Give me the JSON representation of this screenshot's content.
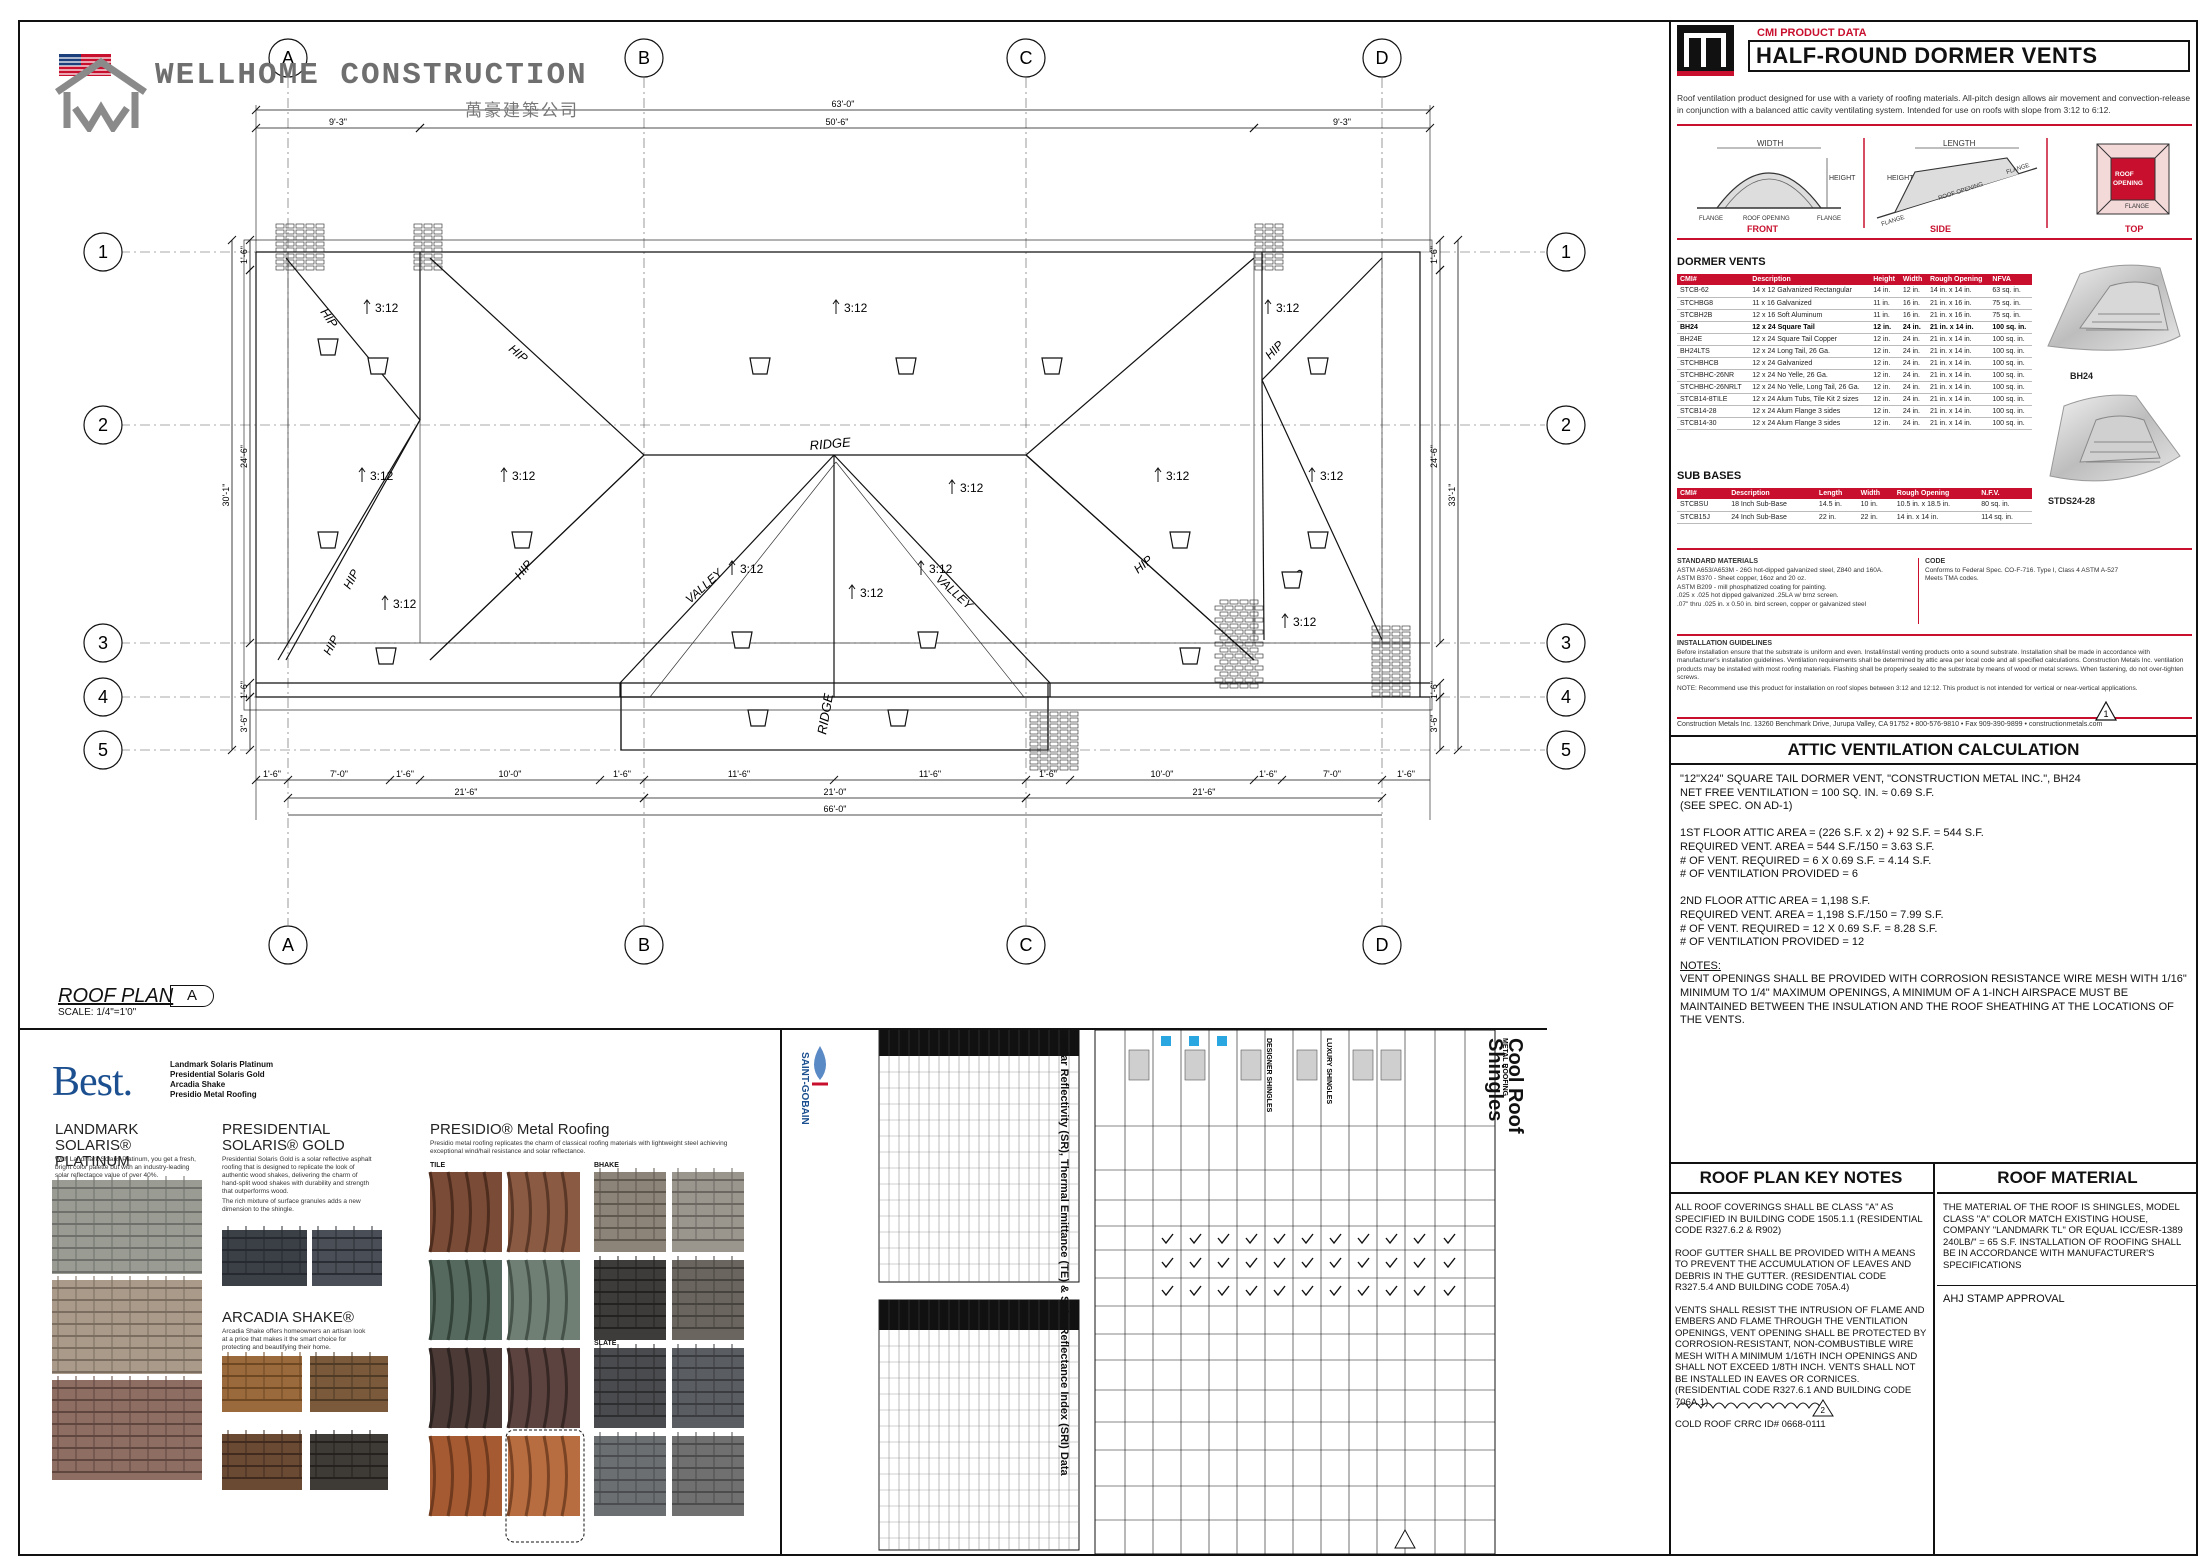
{
  "company": {
    "name": "WELLHOME CONSTRUCTION",
    "name_cn": "萬豪建築公司"
  },
  "plan": {
    "title": "ROOF PLAN",
    "tag": "A",
    "scale": "SCALE:  1/4\"=1'0\"",
    "grid_cols": [
      "A",
      "B",
      "C",
      "D"
    ],
    "grid_rows": [
      "1",
      "2",
      "3",
      "4",
      "5"
    ],
    "labels": {
      "ridge": "RIDGE",
      "hip": "HIP",
      "valley": "VALLEY",
      "slope": "3:12"
    },
    "top_dims": [
      "63'-0\"",
      "9'-3\"",
      "50'-6\"",
      "9'-3\""
    ],
    "left_dims": [
      "1'-6\"",
      "24'-6\"",
      "30'-1\"",
      "1'-6\"",
      "3'-6\""
    ],
    "right_dims": [
      "1'-6\"",
      "24'-6\"",
      "33'-1\"",
      "1'-6\"",
      "3'-6\""
    ],
    "bottom_dims_row1": [
      "1'-6\"",
      "7'-0\"",
      "1'-6\"",
      "10'-0\"",
      "1'-6\"",
      "11'-6\"",
      "11'-6\"",
      "1'-6\"",
      "10'-0\"",
      "1'-6\"",
      "7'-0\"",
      "1'-6\""
    ],
    "bottom_dims_row2": [
      "21'-6\"",
      "21'-0\"",
      "21'-6\""
    ],
    "bottom_dims_row3": [
      "66'-0\""
    ]
  },
  "cmi": {
    "kicker": "CMI PRODUCT DATA",
    "title": "HALF-ROUND DORMER VENTS",
    "intro": "Roof ventilation product designed for use with a variety of roofing materials. All-pitch design allows air movement and convection-release in conjunction with a balanced attic cavity ventilating system. Intended for use on roofs with slope from 3:12 to 6:12.",
    "diagram_labels": {
      "front": "FRONT",
      "side": "SIDE",
      "top": "TOP",
      "width": "WIDTH",
      "height": "HEIGHT",
      "length": "LENGTH",
      "flange": "FLANGE",
      "roof_opening": "ROOF OPENING",
      "roof_opening_box": "ROOF OPENING"
    },
    "dormer_heading": "DORMER VENTS",
    "dormer_headers": [
      "CMI#",
      "Description",
      "Height",
      "Width",
      "Rough Opening",
      "NFVA"
    ],
    "dormer_rows": [
      [
        "STCB-62",
        "14 x 12 Galvanized Rectangular",
        "14 in.",
        "12 in.",
        "14 in. x 14 in.",
        "63 sq. in."
      ],
      [
        "STCHBG8",
        "11 x 16 Galvanized",
        "11 in.",
        "16 in.",
        "21 in. x 16 in.",
        "75 sq. in."
      ],
      [
        "STCBH2B",
        "12 x 16 Soft Aluminum",
        "11 in.",
        "16 in.",
        "21 in. x 16 in.",
        "75 sq. in."
      ],
      [
        "BH24",
        "12 x 24 Square Tail",
        "12 in.",
        "24 in.",
        "21 in. x 14 in.",
        "100 sq. in."
      ],
      [
        "BH24E",
        "12 x 24 Square Tail Copper",
        "12 in.",
        "24 in.",
        "21 in. x 14 in.",
        "100 sq. in."
      ],
      [
        "BH24LTS",
        "12 x 24 Long Tail, 26 Ga.",
        "12 in.",
        "24 in.",
        "21 in. x 14 in.",
        "100 sq. in."
      ],
      [
        "STCHBHCB",
        "12 x 24 Galvanized",
        "12 in.",
        "24 in.",
        "21 in. x 14 in.",
        "100 sq. in."
      ],
      [
        "STCHBHC-26NR",
        "12 x 24 No Yelle, 26 Ga.",
        "12 in.",
        "24 in.",
        "21 in. x 14 in.",
        "100 sq. in."
      ],
      [
        "STCHBHC-26NRLT",
        "12 x 24 No Yelle, Long Tail, 26 Ga.",
        "12 in.",
        "24 in.",
        "21 in. x 14 in.",
        "100 sq. in."
      ],
      [
        "STCB14-8TILE",
        "12 x 24 Alum Tubs, Tile Kit 2 sizes",
        "12 in.",
        "24 in.",
        "21 in. x 14 in.",
        "100 sq. in."
      ],
      [
        "STCB14-28",
        "12 x 24 Alum Flange 3 sides",
        "12 in.",
        "24 in.",
        "21 in. x 14 in.",
        "100 sq. in."
      ],
      [
        "STCB14-30",
        "12 x 24 Alum Flange 3 sides",
        "12 in.",
        "24 in.",
        "21 in. x 14 in.",
        "100 sq. in."
      ]
    ],
    "sub_heading": "SUB BASES",
    "sub_headers": [
      "CMI#",
      "Description",
      "Length",
      "Width",
      "Rough Opening",
      "N.F.V."
    ],
    "sub_rows": [
      [
        "STCBSU",
        "18 Inch Sub-Base",
        "14.5 in.",
        "10 in.",
        "10.5 in. x 18.5 in.",
        "80 sq. in."
      ],
      [
        "STCB15J",
        "24 Inch Sub-Base",
        "22 in.",
        "22 in.",
        "14 in. x 14 in.",
        "114 sq. in."
      ]
    ],
    "photo_labels": [
      "BH24",
      "STDS24-28"
    ],
    "std_materials_h": "STANDARD MATERIALS",
    "std_materials": "ASTM A653/A653M - 26G hot-dipped galvanized steel, Z840 and 160A.\nASTM B370 - Sheet copper, 16oz and 20 oz.\nASTM B209 - mill phosphatized coating for painting.\n.025 x .025 hot dipped galvanized .25LA w/ brnz screen.\n.07\" thru .025 in. x 0.50 in. bird screen, copper or galvanized steel",
    "code_h": "CODE",
    "code_text": "Conforms to Federal Spec. CO-F-716. Type I, Class 4 ASTM A-527\nMeets TMA codes.",
    "install_h": "INSTALLATION GUIDELINES",
    "install_text": "Before installation ensure that the substrate is uniform and even. Install/install venting products onto a sound substrate. Installation shall be made in accordance with manufacturer's installation guidelines. Ventilation requirements shall be determined by attic area per local code and all specified calculations. Construction Metals Inc. ventilation products may be installed with most roofing materials. Flashing shall be properly sealed to the substrate by means of wood or metal screws. When fastening, do not over-tighten screws.",
    "note_text": "NOTE: Recommend use this product for installation on roof slopes between 3:12 and 12:12. This product is not intended for vertical or near-vertical applications.",
    "footer": "Construction Metals Inc. 13260 Benchmark Drive, Jurupa Valley, CA 91752  •  800-576-9810  •  Fax 909-390-9899  •  constructionmetals.com"
  },
  "calc": {
    "title": "ATTIC VENTILATION CALCULATION",
    "lines": [
      "\"12\"X24\" SQUARE TAIL DORMER VENT, \"CONSTRUCTION METAL INC.\", BH24",
      "NET FREE VENTILATION = 100 SQ. IN. ≈ 0.69 S.F.",
      "(SEE SPEC. ON AD-1)",
      "",
      "1ST FLOOR ATTIC AREA = (226 S.F. x 2) + 92 S.F. = 544 S.F.",
      "REQUIRED VENT. AREA = 544 S.F./150 = 3.63 S.F.",
      "# OF VENT. REQUIRED = 6 X 0.69 S.F. = 4.14 S.F.",
      "# OF VENTILATION PROVIDED = 6",
      "",
      "2ND FLOOR ATTIC AREA = 1,198 S.F.",
      "REQUIRED VENT. AREA = 1,198 S.F./150 = 7.99 S.F.",
      "# OF VENT. REQUIRED = 12 X 0.69 S.F. = 8.28 S.F.",
      "# OF VENTILATION PROVIDED = 12"
    ],
    "notes_h": "NOTES:",
    "notes": "VENT OPENINGS SHALL BE PROVIDED WITH CORROSION RESISTANCE WIRE MESH WITH 1/16\" MINIMUM TO 1/4\" MAXIMUM OPENINGS, A MINIMUM OF A 1-INCH AIRSPACE MUST BE MAINTAINED BETWEEN THE INSULATION AND THE ROOF SHEATHING AT THE LOCATIONS OF THE VENTS."
  },
  "key_notes": {
    "title": "ROOF PLAN KEY NOTES",
    "items": [
      "ALL ROOF COVERINGS SHALL BE CLASS \"A\" AS SPECIFIED IN BUILDING CODE 1505.1.1 (RESIDENTIAL CODE R327.6.2 & R902)",
      "ROOF GUTTER SHALL BE PROVIDED WITH A MEANS TO PREVENT THE ACCUMULATION OF LEAVES AND DEBRIS IN THE GUTTER. (RESIDENTIAL CODE R327.5.4 AND BUILDING CODE 705A.4)",
      "VENTS SHALL RESIST THE INTRUSION OF FLAME AND EMBERS AND FLAME THROUGH THE VENTILATION OPENINGS, VENT OPENING SHALL BE PROTECTED BY CORROSION-RESISTANT, NON-COMBUSTIBLE WIRE MESH WITH A MINIMUM 1/16TH INCH OPENINGS AND SHALL NOT EXCEED 1/8TH INCH. VENTS SHALL NOT BE INSTALLED IN EAVES OR CORNICES. (RESIDENTIAL CODE R327.6.1 AND BUILDING CODE 706A.1)",
      "COLD ROOF CRRC ID# 0668-0111"
    ]
  },
  "material": {
    "title": "ROOF MATERIAL",
    "text": "THE MATERIAL OF THE ROOF IS SHINGLES, MODEL CLASS \"A\" COLOR MATCH EXISTING HOUSE, COMPANY \"LANDMARK TL\" OR EQUAL ICC/ESR-1389 240LB/\" = 65 S.F. INSTALLATION OF ROOFING SHALL BE IN ACCORDANCE WITH MANUFACTURER'S SPECIFICATIONS",
    "stamp": "AHJ STAMP APPROVAL"
  },
  "brochure": {
    "best": "Best.",
    "best_list": [
      "Landmark Solaris Platinum",
      "Presidential Solaris Gold",
      "Arcadia Shake",
      "Presidio Metal Roofing"
    ],
    "landmark_h": "LANDMARK\nSOLARIS® PLATINUM",
    "landmark_p": "With Landmark Solaris Platinum, you get a fresh, bright color palette but with an industry-leading solar reflectance value of over 40%.",
    "presidential_h": "PRESIDENTIAL\nSOLARIS® GOLD",
    "presidential_p": "Presidential Solaris Gold is a solar reflective asphalt roofing that is designed to replicate the look of authentic wood shakes, delivering the charm of hand-split wood shakes with durability and strength that outperforms wood.",
    "presidential_p2": "The rich mixture of surface granules adds a new dimension to the shingle.",
    "arcadia_h": "ARCADIA SHAKE®",
    "arcadia_p": "Arcadia Shake offers homeowners an artisan look at a price that makes it the smart choice for protecting and beautifying their home.",
    "presidio_h": "PRESIDIO® Metal Roofing",
    "presidio_p": "Presidio metal roofing replicates the charm of classical roofing materials with lightweight steel achieving exceptional wind/hail resistance and solar reflectance.",
    "tile": "TILE",
    "shake": "BHAKE",
    "slate": "SLATE",
    "cool_title": "Cool Roof Shingles",
    "sr_title": "Solar Reflectivity (SR), Thermal Emittance (TE) & Solar Reflectance Index (SRI) Data",
    "metal_roofing": "METAL ROOFING",
    "luxury": "LUXURY SHINGLES",
    "designer": "DESIGNER SHINGLES",
    "brand": "SAINT-GOBAIN"
  },
  "colors": {
    "accent_red": "#c8102e",
    "brand_blue": "#1b4f8f",
    "line": "#111111"
  }
}
